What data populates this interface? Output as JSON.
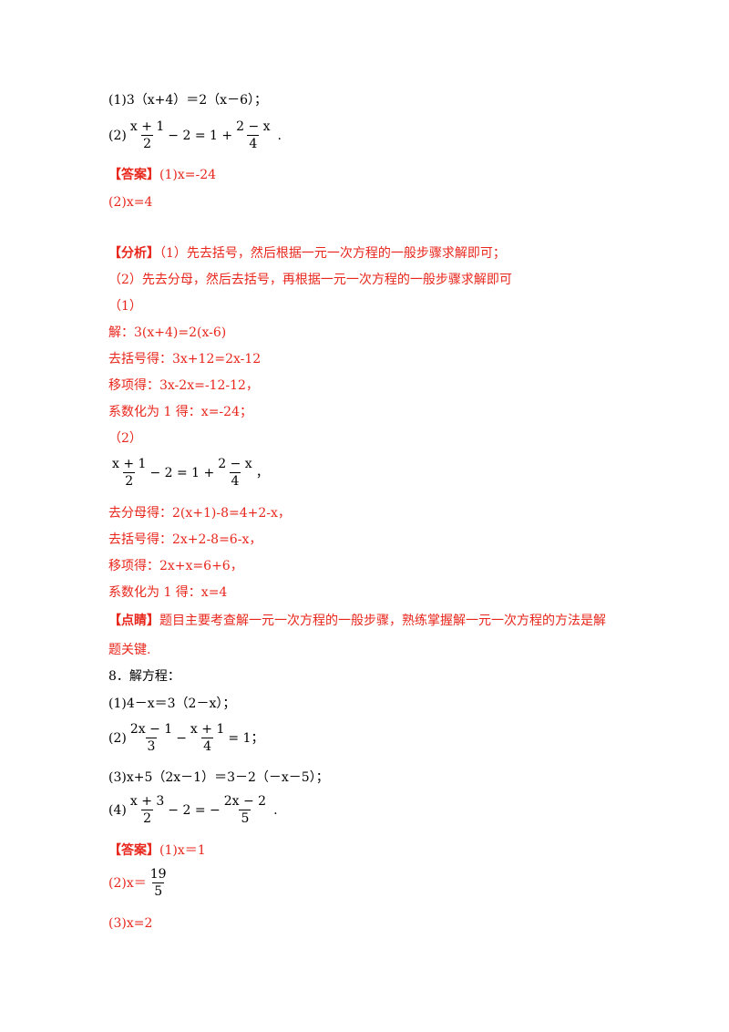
{
  "colors": {
    "text": "#000000",
    "answer": "#e8261c"
  },
  "q7": {
    "p1": "(1)3（x+4）＝2（x－6）；",
    "p2_prefix": "(2)",
    "p2_frac1_num": "x + 1",
    "p2_frac1_den": "2",
    "p2_mid": "− 2 = 1 +",
    "p2_frac2_num": "2 − x",
    "p2_frac2_den": "4",
    "p2_end": "."
  },
  "q7_answer": {
    "tag": "【答案】",
    "a1": "(1)x=-24",
    "a2": "(2)x=4"
  },
  "q7_analysis": {
    "tag": "【分析】",
    "l1": "（1）先去括号，然后根据一元一次方程的一般步骤求解即可；",
    "l2": "（2）先去分母，然后去括号，再根据一元一次方程的一般步骤求解即可",
    "l3": "（1）",
    "l4": "解：3(x+4)=2(x-6)",
    "l5": "去括号得：3x+12=2x-12",
    "l6": "移项得：3x-2x=-12-12，",
    "l7": "系数化为 1 得：x=-24；",
    "l8": "（2）",
    "eq_frac1_num": "x + 1",
    "eq_frac1_den": "2",
    "eq_mid": "− 2 = 1 +",
    "eq_frac2_num": "2 − x",
    "eq_frac2_den": "4",
    "eq_end": "，",
    "l10": "去分母得：2(x+1)-8=4+2-x，",
    "l11": "去括号得：2x+2-8=6-x，",
    "l12": "移项得：2x+x=6+6，",
    "l13": "系数化为 1 得：x=4"
  },
  "q7_comment": {
    "tag": "【点睛】",
    "l1": "题目主要考查解一元一次方程的一般步骤，熟练掌握解一元一次方程的方法是解",
    "l2": "题关键."
  },
  "q8": {
    "title": "8．解方程：",
    "p1": "(1)4－x＝3（2－x）；",
    "p2_prefix": "(2)",
    "p2_frac1_num": "2x − 1",
    "p2_frac1_den": "3",
    "p2_mid": "−",
    "p2_frac2_num": "x + 1",
    "p2_frac2_den": "4",
    "p2_end": "= 1；",
    "p3": "(3)x+5（2x－1）＝3－2（－x－5）；",
    "p4_prefix": "(4)",
    "p4_frac1_num": "x + 3",
    "p4_frac1_den": "2",
    "p4_mid": "− 2 = −",
    "p4_frac2_num": "2x − 2",
    "p4_frac2_den": "5",
    "p4_end": "."
  },
  "q8_answer": {
    "tag": "【答案】",
    "a1": "(1)x＝1",
    "a2_prefix": "(2)x＝",
    "a2_num": "19",
    "a2_den": "5",
    "a3": "(3)x=2"
  }
}
